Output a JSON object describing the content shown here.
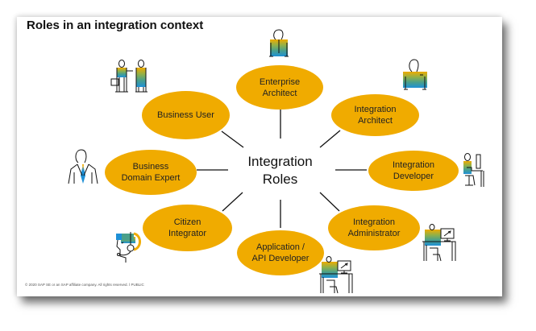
{
  "slide": {
    "title": "Roles in an integration context",
    "footer": "© 2020 SAP SE or an SAP affiliate company. All rights reserved.  ǀ  PUBLIC"
  },
  "diagram": {
    "center": {
      "line1": "Integration",
      "line2": "Roles"
    },
    "bubble_color": "#f0ab00",
    "icon_gradient": [
      "#f0ab00",
      "#8fb04a",
      "#4aa08a",
      "#1e90d6"
    ],
    "roles": [
      {
        "id": "business-user",
        "line1": "Business User",
        "line2": "",
        "icon": "business-people-icon"
      },
      {
        "id": "enterprise-architect",
        "line1": "Enterprise",
        "line2": "Architect",
        "icon": "person-icon"
      },
      {
        "id": "integration-architect",
        "line1": "Integration",
        "line2": "Architect",
        "icon": "person-icon"
      },
      {
        "id": "business-domain-expert",
        "line1": "Business",
        "line2": "Domain Expert",
        "icon": "businessman-tie-icon"
      },
      {
        "id": "integration-developer",
        "line1": "Integration",
        "line2": "Developer",
        "icon": "developer-at-desk-icon"
      },
      {
        "id": "citizen-integrator",
        "line1": "Citizen",
        "line2": "Integrator",
        "icon": "headset-person-icon"
      },
      {
        "id": "application-api-developer",
        "line1": "Application /",
        "line2": "API Developer",
        "icon": "person-at-computer-icon"
      },
      {
        "id": "integration-administrator",
        "line1": "Integration",
        "line2": "Administrator",
        "icon": "person-at-computer-icon"
      }
    ]
  }
}
